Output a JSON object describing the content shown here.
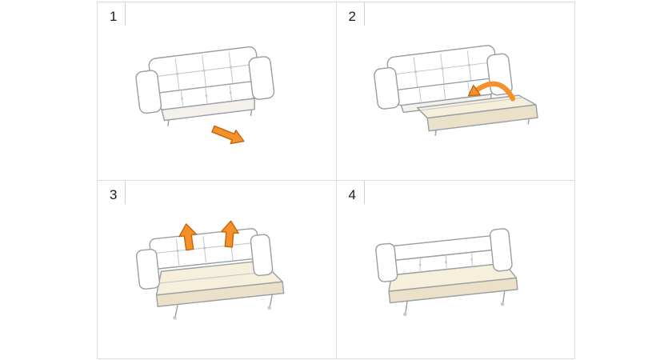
{
  "title": "sofa-bed-conversion-instructions",
  "colors": {
    "arrow_orange": "#f5902b",
    "arrow_outline": "#c4670e",
    "line_gray": "#9aa0a5",
    "mattress_cream": "#f6efdc",
    "grid_border": "#dcdcdc",
    "number_color": "#1c1c1c"
  },
  "icons": {
    "step1_arrow": "pull-out-arrow-icon",
    "step2_arrow": "flip-over-arrow-icon",
    "step3_arrow_left": "lift-up-arrow-left-icon",
    "step3_arrow_right": "lift-up-arrow-right-icon"
  },
  "steps": [
    {
      "number": "1",
      "illustration": "closed-sofa-pull-base-out"
    },
    {
      "number": "2",
      "illustration": "base-pulled-out-flip-mattress"
    },
    {
      "number": "3",
      "illustration": "bed-extended-lift-back-cushions"
    },
    {
      "number": "4",
      "illustration": "sofa-fully-converted-to-bed"
    }
  ]
}
